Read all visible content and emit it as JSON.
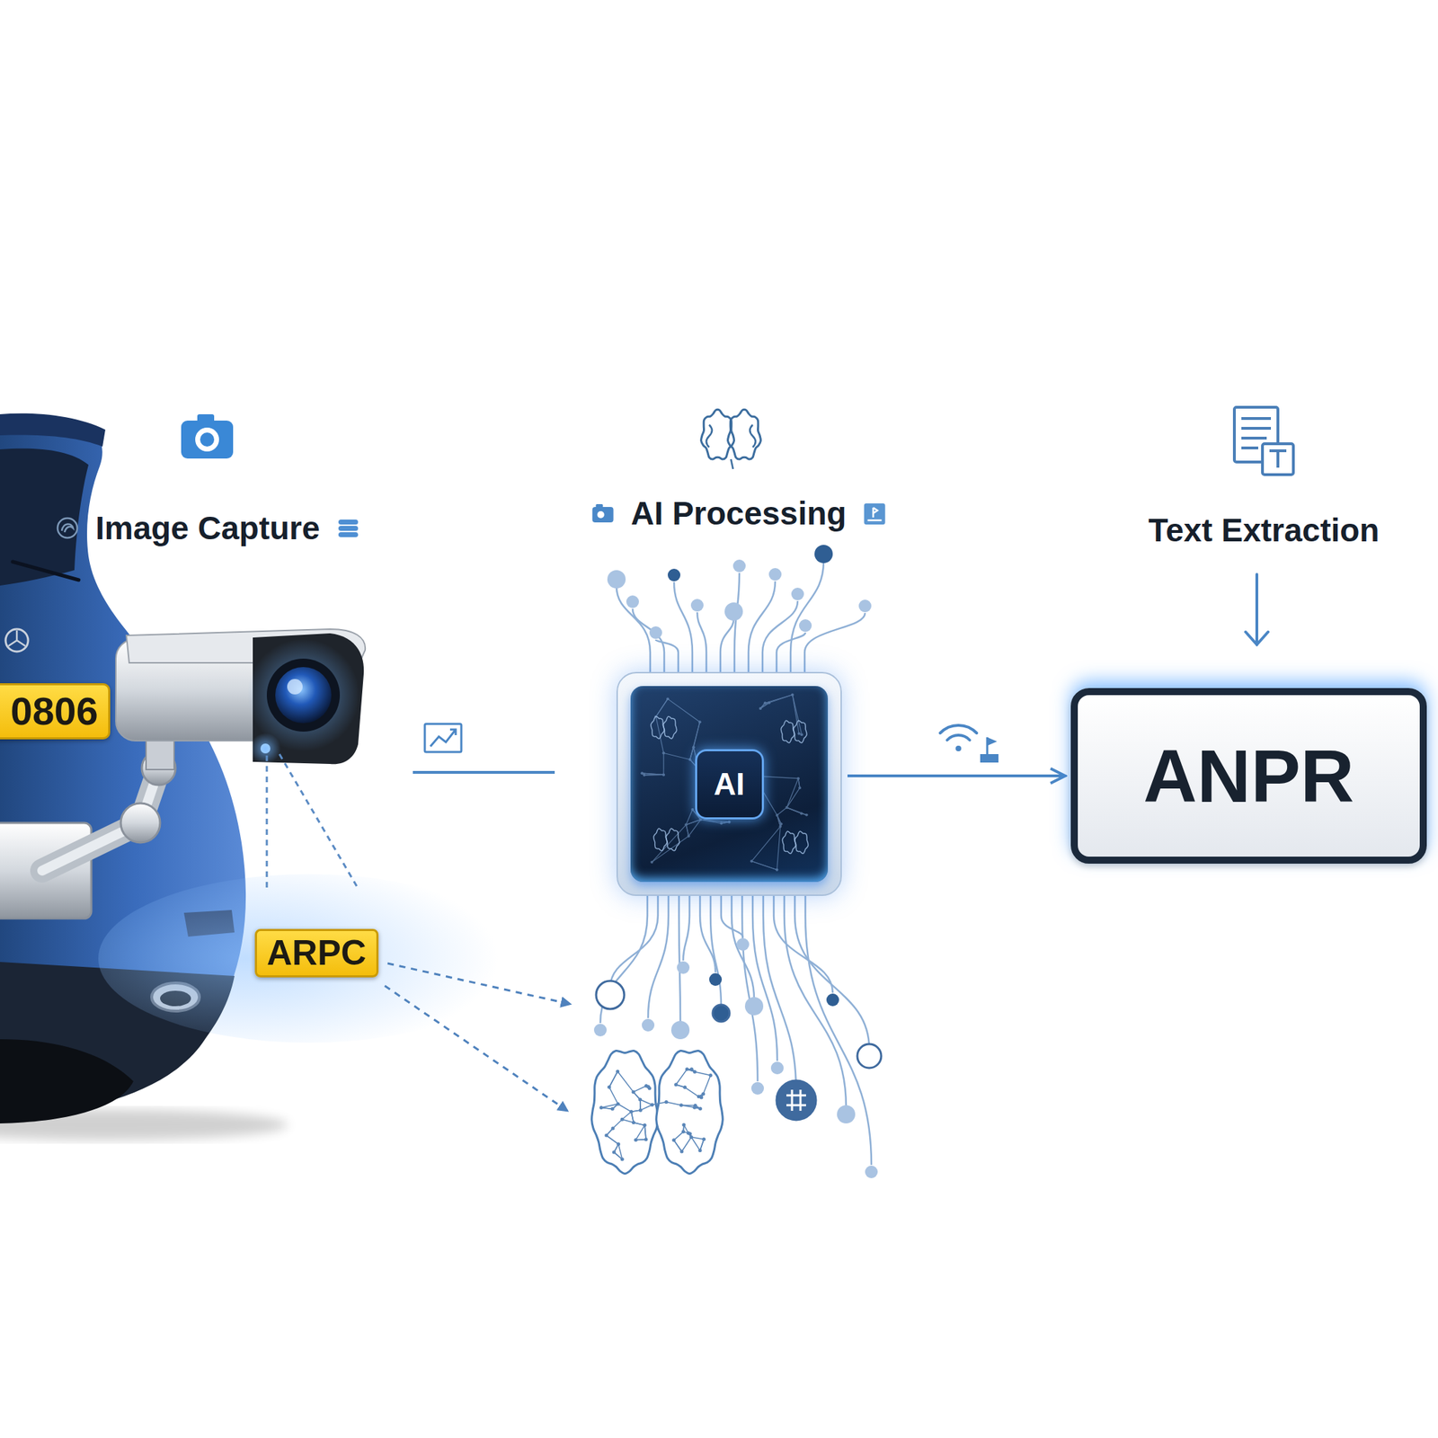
{
  "diagram": {
    "nodes": [
      {
        "text": [
          "0806"
        ]
      },
      {
        "text": [
          "ARPC"
        ]
      },
      {
        "text": [
          "AI"
        ]
      },
      {
        "text": [
          "ANPR"
        ]
      }
    ],
    "edges": [
      {
        "from": 2,
        "to": 3,
        "arrow": "to"
      }
    ],
    "labels": [
      "Image Capture",
      "AI Processing",
      "Text Extraction"
    ]
  }
}
